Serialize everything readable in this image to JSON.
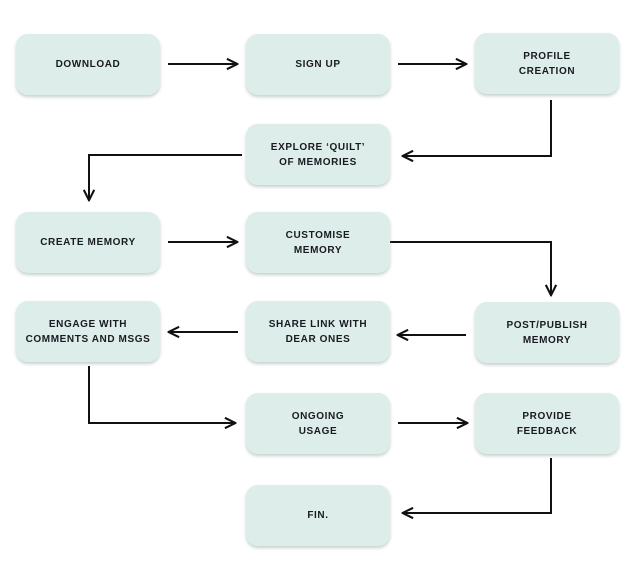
{
  "diagram": {
    "type": "flowchart",
    "colors": {
      "background": "#ffffff",
      "node_fill": "#ddede9",
      "node_text": "#1a1a22",
      "arrow": "#111111"
    },
    "nodes": [
      {
        "id": "download",
        "label": "DOWNLOAD"
      },
      {
        "id": "sign-up",
        "label": "SIGN UP"
      },
      {
        "id": "profile-creation",
        "label": "PROFILE\nCREATION"
      },
      {
        "id": "explore-quilt",
        "label": "EXPLORE ‘QUILT’\nOF MEMORIES"
      },
      {
        "id": "create-memory",
        "label": "CREATE MEMORY"
      },
      {
        "id": "customise-memory",
        "label": "CUSTOMISE\nMEMORY"
      },
      {
        "id": "engage-comments",
        "label": "ENGAGE WITH\nCOMMENTS AND MSGS"
      },
      {
        "id": "share-link",
        "label": "SHARE LINK WITH\nDEAR ONES"
      },
      {
        "id": "post-publish-memory",
        "label": "POST/PUBLISH\nMEMORY"
      },
      {
        "id": "ongoing-usage",
        "label": "ONGOING\nUSAGE"
      },
      {
        "id": "provide-feedback",
        "label": "PROVIDE\nFEEDBACK"
      },
      {
        "id": "fin",
        "label": "FIN."
      }
    ],
    "edges": [
      {
        "from": "download",
        "to": "sign-up"
      },
      {
        "from": "sign-up",
        "to": "profile-creation"
      },
      {
        "from": "profile-creation",
        "to": "explore-quilt"
      },
      {
        "from": "explore-quilt",
        "to": "create-memory"
      },
      {
        "from": "create-memory",
        "to": "customise-memory"
      },
      {
        "from": "customise-memory",
        "to": "post-publish-memory"
      },
      {
        "from": "post-publish-memory",
        "to": "share-link"
      },
      {
        "from": "share-link",
        "to": "engage-comments"
      },
      {
        "from": "engage-comments",
        "to": "ongoing-usage"
      },
      {
        "from": "ongoing-usage",
        "to": "provide-feedback"
      },
      {
        "from": "provide-feedback",
        "to": "fin"
      }
    ]
  }
}
